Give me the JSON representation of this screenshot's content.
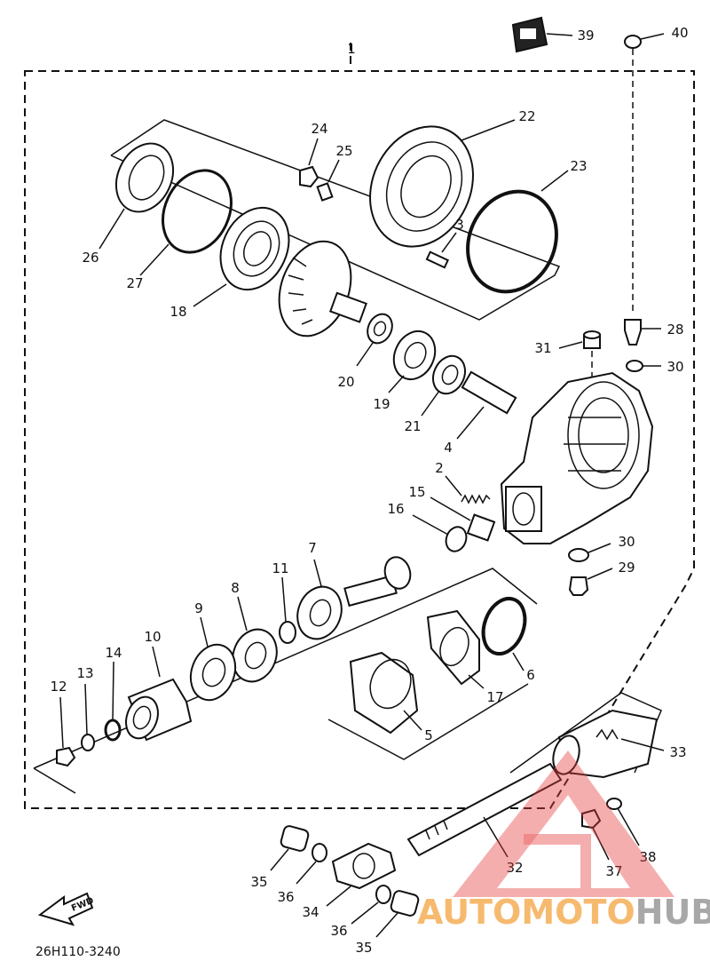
{
  "diagram_code": "26H110-3240",
  "forward_arrow_label": "FWD",
  "watermark": {
    "prefix": "AUTO",
    "middle": "MOTO",
    "suffix": "HUB",
    "colors": {
      "prefix": "#f4a340",
      "middle": "#f4a340",
      "suffix": "#8c8c8c",
      "triangle": "#e63b3b"
    }
  },
  "callouts": [
    {
      "id": "c1",
      "label": "1"
    },
    {
      "id": "c2",
      "label": "2"
    },
    {
      "id": "c3",
      "label": "3"
    },
    {
      "id": "c4",
      "label": "4"
    },
    {
      "id": "c5",
      "label": "5"
    },
    {
      "id": "c6",
      "label": "6"
    },
    {
      "id": "c7",
      "label": "7"
    },
    {
      "id": "c8",
      "label": "8"
    },
    {
      "id": "c9",
      "label": "9"
    },
    {
      "id": "c10",
      "label": "10"
    },
    {
      "id": "c11",
      "label": "11"
    },
    {
      "id": "c12",
      "label": "12"
    },
    {
      "id": "c13",
      "label": "13"
    },
    {
      "id": "c14",
      "label": "14"
    },
    {
      "id": "c15",
      "label": "15"
    },
    {
      "id": "c16",
      "label": "16"
    },
    {
      "id": "c17",
      "label": "17"
    },
    {
      "id": "c18",
      "label": "18"
    },
    {
      "id": "c19",
      "label": "19"
    },
    {
      "id": "c20",
      "label": "20"
    },
    {
      "id": "c21",
      "label": "21"
    },
    {
      "id": "c22",
      "label": "22"
    },
    {
      "id": "c23",
      "label": "23"
    },
    {
      "id": "c24",
      "label": "24"
    },
    {
      "id": "c25",
      "label": "25"
    },
    {
      "id": "c26",
      "label": "26"
    },
    {
      "id": "c27",
      "label": "27"
    },
    {
      "id": "c28",
      "label": "28"
    },
    {
      "id": "c29",
      "label": "29"
    },
    {
      "id": "c30a",
      "label": "30"
    },
    {
      "id": "c30b",
      "label": "30"
    },
    {
      "id": "c31",
      "label": "31"
    },
    {
      "id": "c32",
      "label": "32"
    },
    {
      "id": "c33",
      "label": "33"
    },
    {
      "id": "c34",
      "label": "34"
    },
    {
      "id": "c35a",
      "label": "35"
    },
    {
      "id": "c35b",
      "label": "35"
    },
    {
      "id": "c36a",
      "label": "36"
    },
    {
      "id": "c36b",
      "label": "36"
    },
    {
      "id": "c37",
      "label": "37"
    },
    {
      "id": "c38",
      "label": "38"
    },
    {
      "id": "c39",
      "label": "39"
    },
    {
      "id": "c40",
      "label": "40"
    }
  ]
}
